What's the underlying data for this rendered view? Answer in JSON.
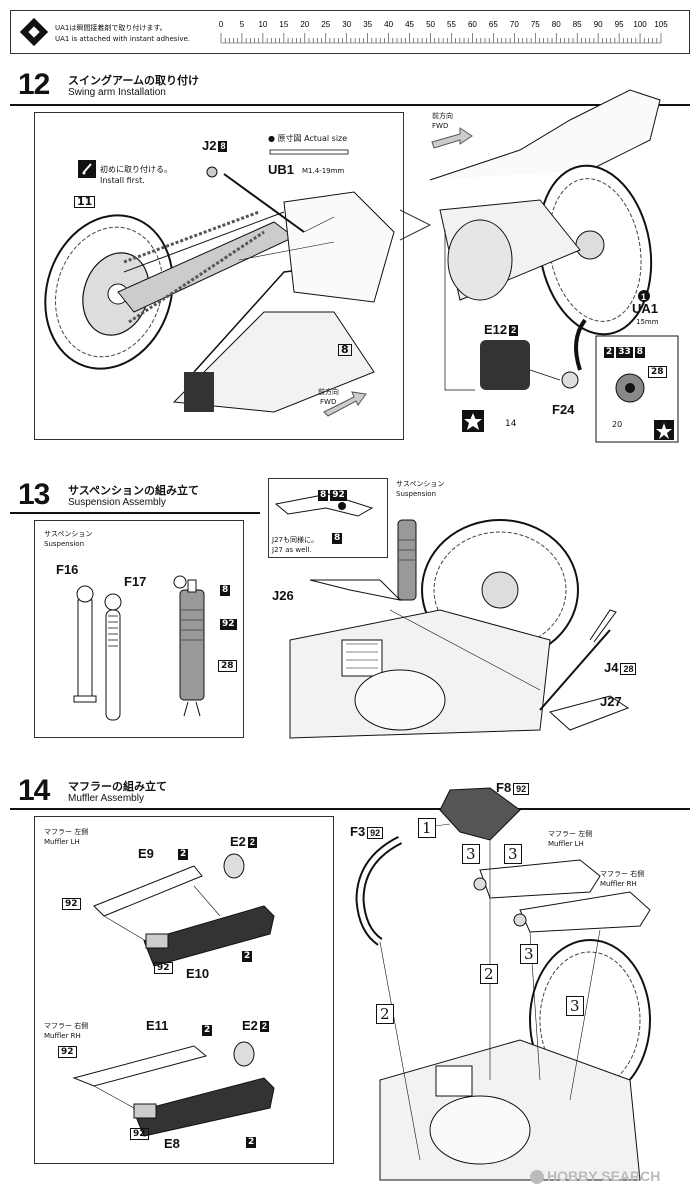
{
  "header": {
    "adhesive_jp": "UA1は瞬間接着剤で取り付けます。",
    "adhesive_en": "UA1 is attached with instant adhesive.",
    "ruler_ticks": [
      "0",
      "5",
      "10",
      "15",
      "20",
      "25",
      "30",
      "35",
      "40",
      "45",
      "50",
      "55",
      "60",
      "65",
      "70",
      "75",
      "80",
      "85",
      "90",
      "95",
      "100",
      "105"
    ]
  },
  "step12": {
    "number": "12",
    "title_jp": "スイングアームの取り付け",
    "title_en": "Swing arm Installation",
    "actual_size_jp": "● 原寸図 Actual size",
    "part_j2": "J2",
    "part_j2_box": "8",
    "part_ub1": "UB1",
    "ub1_size": "M1.4-19mm",
    "install_first_jp": "初めに取り付ける。",
    "install_first_en": "Install first.",
    "part_11": "11",
    "part_8": "8",
    "fwd_jp": "前方向",
    "fwd_en": "FWD",
    "fwd2_jp": "前方向",
    "fwd2_en": "FWD",
    "part_e12": "E12",
    "part_e12_box": "2",
    "part_14": "14",
    "part_f24": "F24",
    "part_ua1": "UA1",
    "ua1_size": "15mm",
    "detail_boxes": [
      "2",
      "33",
      "8"
    ],
    "detail_28": "28",
    "detail_20": "20"
  },
  "step13": {
    "number": "13",
    "title_jp": "サスペンションの組み立て",
    "title_en": "Suspension Assembly",
    "susp_jp": "サスペンション",
    "susp_en": "Suspension",
    "part_f16": "F16",
    "part_f17": "F17",
    "box_8": "8",
    "box_92": "92",
    "box_28": "28",
    "inset_boxes": [
      "8",
      "92"
    ],
    "inset_8b": "8",
    "j27_note_jp": "J27も同様に。",
    "j27_note_en": "J27 as well.",
    "part_j26": "J26",
    "susp2_jp": "サスペンション",
    "susp2_en": "Suspension",
    "part_j4": "J4",
    "part_j4_box": "28",
    "part_j27": "J27"
  },
  "step14": {
    "number": "14",
    "title_jp": "マフラーの組み立て",
    "title_en": "Muffler Assembly",
    "lh_jp": "マフラー 左側",
    "lh_en": "Muffler LH",
    "part_e9": "E9",
    "box_2a": "2",
    "part_e2": "E2",
    "box_2b": "2",
    "box_92a": "92",
    "box_92b": "92",
    "part_e10": "E10",
    "box_2c": "2",
    "rh_jp": "マフラー 右側",
    "rh_en": "Muffler RH",
    "part_e11": "E11",
    "box_2d": "2",
    "part_e2b": "E2",
    "box_2e": "2",
    "box_92c": "92",
    "box_92d": "92",
    "part_e8": "E8",
    "box_2f": "2",
    "part_f8": "F8",
    "part_f8_box": "92",
    "part_f3": "F3",
    "part_f3_box": "92",
    "seq_1": "1",
    "seq_2a": "2",
    "seq_2b": "2",
    "seq_3a": "3",
    "seq_3b": "3",
    "seq_3c": "3",
    "seq_3d": "3",
    "lh2_jp": "マフラー 左側",
    "lh2_en": "Muffler LH",
    "rh2_jp": "マフラー 右側",
    "rh2_en": "Muffler RH"
  },
  "watermark": "HOBBY SEARCH"
}
